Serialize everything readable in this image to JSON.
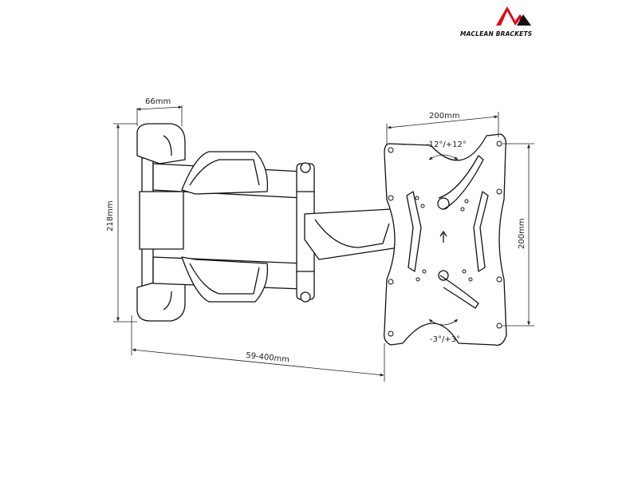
{
  "brand": {
    "name": "MACLEAN BRACKETS",
    "accent_color": "#e30613"
  },
  "dimensions": {
    "wall_plate_depth": "66mm",
    "wall_plate_height": "218mm",
    "extension": "59-400mm",
    "vesa_width": "200mm",
    "vesa_height": "200mm",
    "tilt": "-12°/+12°",
    "swivel": "-3°/+3°"
  }
}
